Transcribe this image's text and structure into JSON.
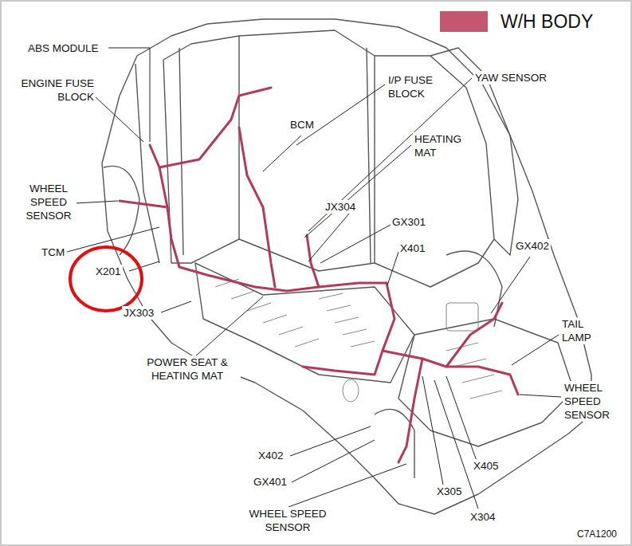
{
  "diagram": {
    "labels": [
      "ABS MODULE",
      "ENGINE FUSE BLOCK",
      "WHEEL SPEED SENSOR",
      "TCM",
      "X201",
      "JX303",
      "POWER SEAT & HEATING MAT",
      "I/P FUSE BLOCK",
      "YAW SENSOR",
      "BCM",
      "HEATING MAT",
      "JX304",
      "GX301",
      "X401",
      "GX402",
      "TAIL LAMP",
      "WHEEL SPEED SENSOR",
      "X402",
      "GX401",
      "WHEEL SPEED SENSOR",
      "X305",
      "X304",
      "X405",
      "C7A1200"
    ],
    "legend": [
      {
        "text": "W/H BODY",
        "color": "#c4566f"
      }
    ]
  }
}
